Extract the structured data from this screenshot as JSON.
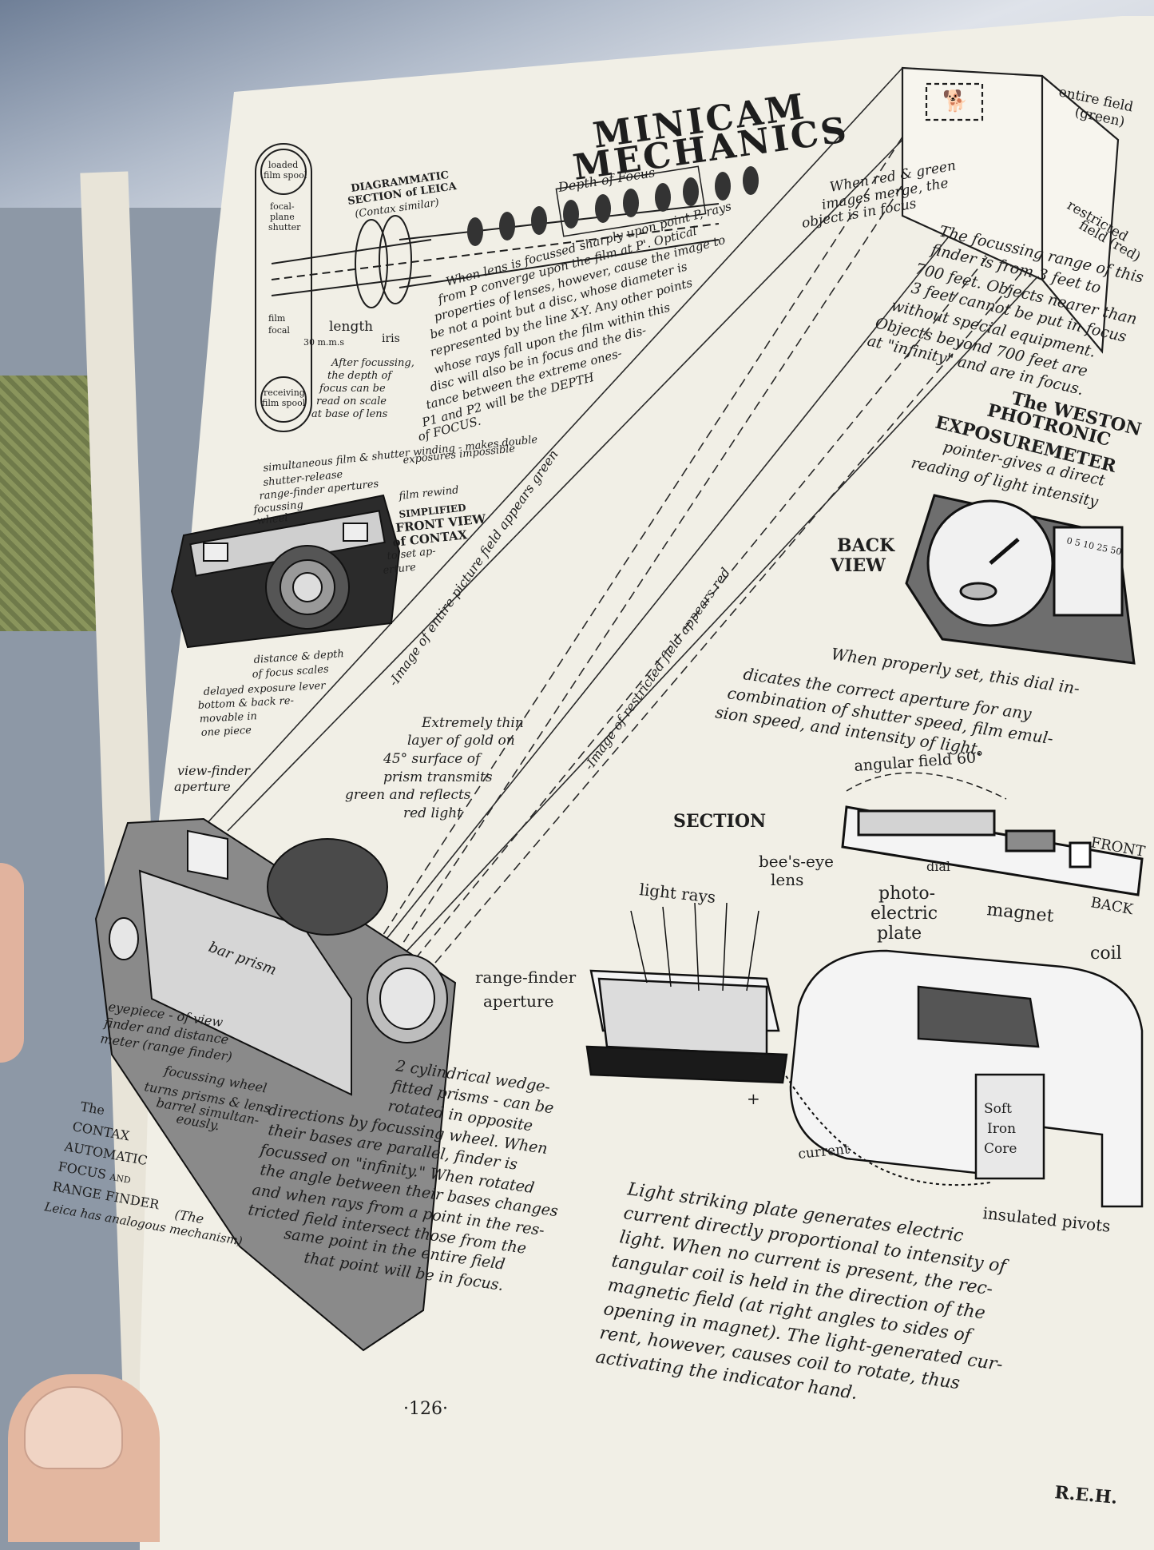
{
  "title": {
    "line1": "MINICAM",
    "line2": "MECHANICS"
  },
  "leica": {
    "heading1": "DIAGRAMMATIC",
    "heading2": "SECTION of LEICA",
    "heading3": "(Contax similar)",
    "loaded_spool1": "loaded",
    "loaded_spool2": "film spool",
    "shutter1": "focal-",
    "shutter2": "plane",
    "shutter3": "shutter",
    "depth_of_focus": "Depth of Focus",
    "film_focal1": "film",
    "film_focal2": "focal",
    "length": "length",
    "mm": "30   m.m.s",
    "iris": "iris",
    "receiving1": "receiving",
    "receiving2": "film spool",
    "after_focus": [
      "After focussing,",
      "the depth of",
      "focus can be",
      "read on scale",
      "at base of lens"
    ],
    "explanation": [
      "When lens is focussed sharply upon point P, rays",
      "from P converge upon the film at P'. Optical",
      "properties of lenses, however, cause the image to",
      "be not a point but a disc, whose diameter is",
      "represented by the line X-Y. Any other points",
      "whose rays fall upon the film within this",
      "disc will also be in focus and the dis-",
      "tance between the extreme ones-",
      "P1 and P2 will be the DEPTH",
      "of FOCUS."
    ]
  },
  "contax_front": {
    "winding1": "simultaneous film & shutter winding - makes double",
    "winding2": "exposures impossible",
    "shutter_release": "shutter-release",
    "rf_apertures": "range-finder apertures",
    "focussing_wheel1": "focussing",
    "focussing_wheel2": "wheel",
    "film_rewind": "film rewind",
    "simplified": "SIMPLIFIED",
    "front_view1": "FRONT VIEW",
    "front_view2": "of CONTAX",
    "aperture1": "to set ap-",
    "aperture2": "erture",
    "distance1": "distance & depth",
    "distance2": "of focus scales",
    "delayed": [
      "delayed exposure lever",
      "bottom & back re-",
      "movable in",
      "one piece"
    ]
  },
  "rangefinder": {
    "image_green": "-Image of entire picture field appears green",
    "image_red": "-Image of restricted field appears red",
    "gold_layer": [
      "Extremely thin",
      "layer of gold on",
      "45° surface of",
      "prism transmits",
      "green and reflects",
      "red light"
    ],
    "viewfinder1": "view-finder",
    "viewfinder2": "aperture",
    "bar_prism": "bar prism",
    "rf_aperture1": "range-finder",
    "rf_aperture2": "aperture",
    "eyepiece": [
      "eyepiece - of view",
      "finder and distance",
      "meter (range finder)"
    ],
    "focussing_wheel": [
      "focussing wheel",
      "turns prisms & lens",
      "barrel simultan-",
      "eously."
    ],
    "caption": [
      "The",
      "CONTAX",
      "AUTOMATIC",
      "FOCUS and",
      "RANGE FINDER",
      "(The",
      "Leica has analogous mechanism)"
    ],
    "wedge_text": [
      "2 cylindrical wedge-",
      "fitted prisms - can be",
      "rotated in opposite",
      "directions by focussing wheel. When",
      "their bases are parallel, finder is",
      "focussed on \"infinity.\" When rotated",
      "the angle between their bases changes",
      "and when rays from a point in the res-",
      "tricted field intersect those from the",
      "same point in the entire field",
      "that point will be in focus."
    ]
  },
  "fields": {
    "entire1": "entire field",
    "entire2": "(green)",
    "restricted1": "restricted",
    "restricted2": "field (red)",
    "merge": [
      "When red & green",
      "images merge, the",
      "object is in focus"
    ],
    "range": [
      "The focussing range of this",
      "finder is from 3 feet to",
      "700 feet. Objects nearer than",
      "3 feet cannot be put in focus",
      "without special equipment.",
      "Objects beyond 700 feet are",
      "at \"infinity\" and are in focus."
    ]
  },
  "weston": {
    "title1": "The WESTON",
    "title2": "PHOTRONIC",
    "title3": "EXPOSUREMETER",
    "pointer1": "pointer-gives a direct",
    "pointer2": "reading of light intensity",
    "back1": "BACK",
    "back2": "VIEW",
    "scale": "0  5 10  25  50",
    "dial_text": [
      "When properly set, this dial in-",
      "dicates the correct aperture for any",
      "combination of shutter speed, film emul-",
      "sion speed, and intensity of light."
    ],
    "angular": "angular field 60°",
    "section": "SECTION",
    "front": "FRONT",
    "back": "BACK",
    "dial": "dial",
    "bees_eye1": "bee's-eye",
    "bees_eye2": "lens",
    "photo1": "photo-",
    "photo2": "electric",
    "photo3": "plate",
    "magnet": "magnet",
    "coil": "coil",
    "light_rays": "light rays",
    "current": "current",
    "soft_iron1": "Soft",
    "soft_iron2": "Iron",
    "soft_iron3": "Core",
    "pivots": "insulated pivots",
    "minus": "-",
    "plus": "+",
    "bottom_text": [
      "Light striking plate generates electric",
      "current directly proportional to intensity of",
      "light. When no current is present, the rec-",
      "tangular coil is held in the direction of the",
      "magnetic field (at right angles to sides of",
      "opening in magnet). The light-generated cur-",
      "rent, however, causes coil to rotate, thus",
      "activating the indicator hand."
    ],
    "initials": "R.E.H."
  },
  "page_number": "·126·"
}
